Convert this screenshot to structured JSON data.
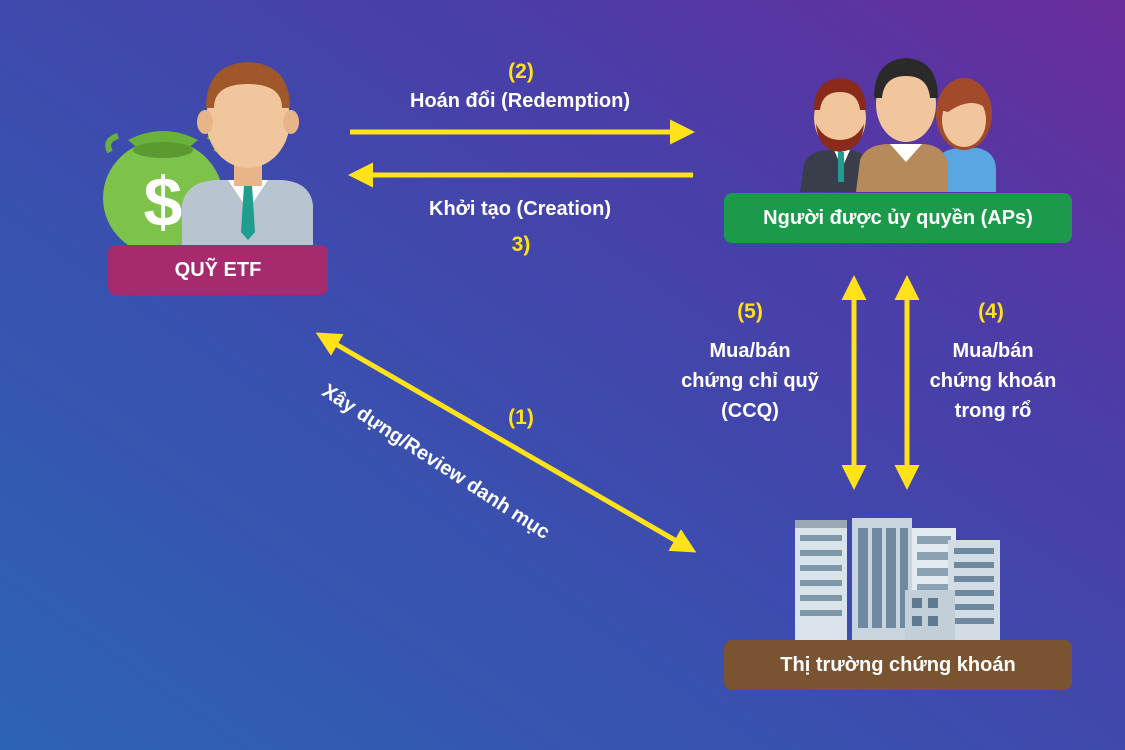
{
  "fund_box": {
    "label": "QUỸ ETF"
  },
  "ap_box": {
    "label": "Người được ủy quyền (APs)"
  },
  "market_box": {
    "label": "Thị trường chứng khoán"
  },
  "redemption": {
    "number": "(2)",
    "label": "Hoán đổi (Redemption)"
  },
  "creation": {
    "number": "3)",
    "label": "Khởi tạo (Creation)"
  },
  "portfolio": {
    "number": "(1)",
    "label": "Xây dựng/Review danh mục"
  },
  "trade_ccq": {
    "number": "(5)",
    "lines": [
      "Mua/bán",
      "chứng chỉ quỹ",
      "(CCQ)"
    ]
  },
  "trade_basket": {
    "number": "(4)",
    "lines": [
      "Mua/bán",
      "chứng khoán",
      "trong rổ"
    ]
  },
  "colors": {
    "arrow": "#ffe21a",
    "fund_box": "#a52a6e",
    "ap_box": "#1a9a4a",
    "market_box": "#7a5430",
    "money_bag": "#7dc24b"
  },
  "icons": [
    "money-bag-icon",
    "fund-manager-icon",
    "authorized-participants-icon",
    "stock-market-buildings-icon"
  ]
}
